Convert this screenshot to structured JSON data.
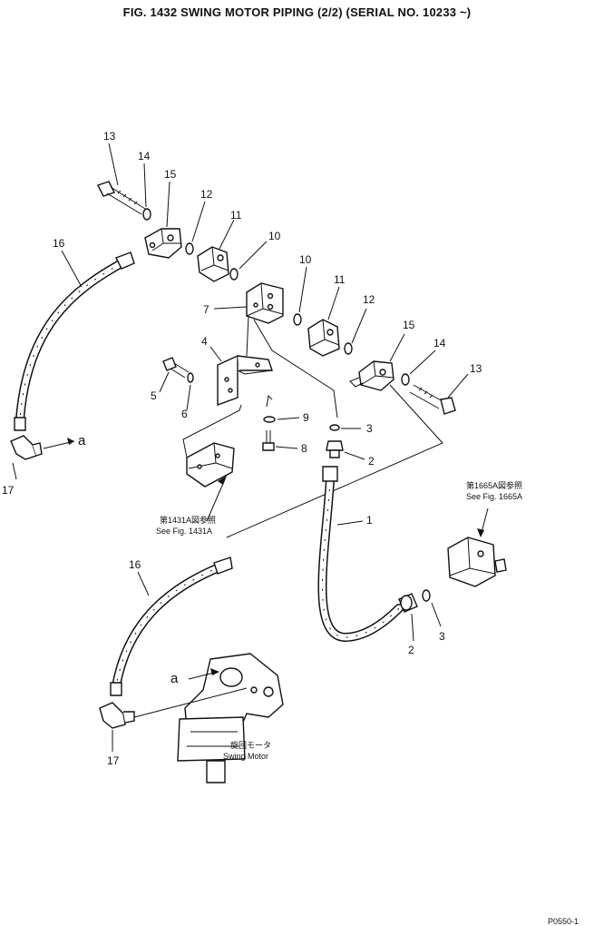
{
  "title": "FIG. 1432   SWING MOTOR PIPING (2/2) (SERIAL NO. 10233 ~)",
  "callouts": {
    "c13a": "13",
    "c14a": "14",
    "c15a": "15",
    "c16a": "16",
    "c17a": "17",
    "c12a": "12",
    "c11a": "11",
    "c10a": "10",
    "c10b": "10",
    "c11b": "11",
    "c12b": "12",
    "c15b": "15",
    "c14b": "14",
    "c13b": "13",
    "c7": "7",
    "c4": "4",
    "c5": "5",
    "c6": "6",
    "c9": "9",
    "c8": "8",
    "c3a": "3",
    "c2a": "2",
    "c1": "1",
    "c16b": "16",
    "c2b": "2",
    "c3b": "3",
    "c17b": "17",
    "a1": "a",
    "a2": "a"
  },
  "refs": {
    "ref1431_jp": "第1431A図参照",
    "ref1431_en": "See Fig. 1431A",
    "ref1665_jp": "第1665A図参照",
    "ref1665_en": "See Fig. 1665A",
    "motor_jp": "旋回モータ",
    "motor_en": "Swing Motor"
  },
  "footer_code": "P0550-1"
}
